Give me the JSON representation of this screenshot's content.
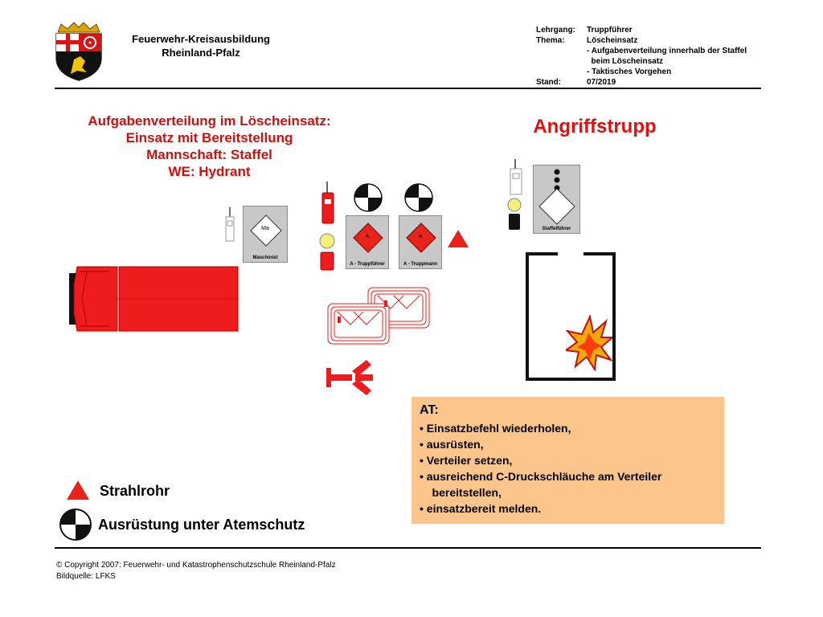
{
  "header": {
    "org_line1": "Feuerwehr-Kreisausbildung",
    "org_line2": "Rheinland-Pfalz",
    "info": [
      {
        "key": "Lehrgang:",
        "value": "Truppführer"
      },
      {
        "key": "Thema:",
        "value": "Löscheinsatz"
      },
      {
        "key": "",
        "value": "- Aufgabenverteilung innerhalb der Staffel"
      },
      {
        "key": "",
        "value": "  beim Löscheinsatz"
      },
      {
        "key": "",
        "value": "- Taktisches Vorgehen"
      },
      {
        "key": "Stand:",
        "value": "07/2019"
      }
    ]
  },
  "title": {
    "line1": "Aufgabenverteilung im Löscheinsatz:",
    "line2": "Einsatz mit Bereitstellung",
    "line3": "Mannschaft: Staffel",
    "line4": "WE: Hydrant"
  },
  "role_title": "Angriffstrupp",
  "cards": {
    "maschinist": {
      "code": "Ma",
      "label": "Maschinist"
    },
    "truppfuehrer": {
      "code": "A",
      "label": "A - Truppführer"
    },
    "truppmann": {
      "code": "A",
      "label": "A - Truppmann"
    },
    "staffelfuehrer": {
      "label": "Staffelführer"
    }
  },
  "legend": {
    "strahlrohr": "Strahlrohr",
    "atemschutz": "Ausrüstung unter Atemschutz"
  },
  "task_box": {
    "title": "AT:",
    "items": [
      "• Einsatzbefehl wiederholen,",
      "• ausrüsten,",
      "• Verteiler setzen,",
      "• ausreichend C-Druckschläuche am Verteiler",
      "    bereitstellen,",
      "• einsatzbereit melden."
    ]
  },
  "footer": {
    "copyright": "© Copyright 2007: Feuerwehr- und Katastrophenschutzschule Rheinland-Pfalz",
    "source": "Bildquelle: LFKS"
  },
  "colors": {
    "accent_red": "#e01010",
    "vehicle_red": "#ee1c1c",
    "task_box_bg": "#fbc58b",
    "card_gray": "#c8c8c8"
  }
}
